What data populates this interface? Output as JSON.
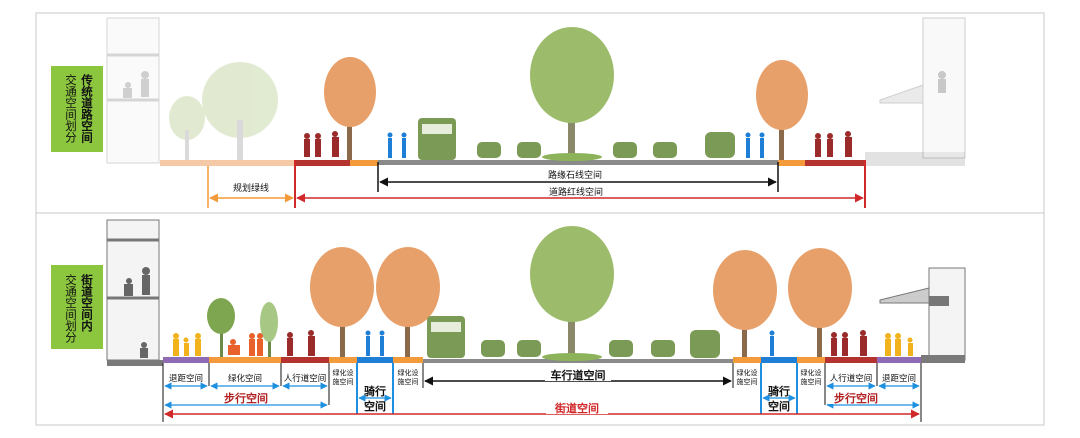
{
  "panels": [
    {
      "title_bold": "传统道路空间",
      "title_sub": "交通空间划分",
      "labels": {
        "green_line": "规划绿线",
        "curb": "路缘石线空间",
        "red_line": "道路红线空间"
      }
    },
    {
      "title_bold": "街道空间内",
      "title_sub": "交通空间划分",
      "labels": {
        "setback": "退距空间",
        "greening": "绿化空间",
        "sidewalk": "人行道空间",
        "facility_a": "绿化设",
        "facility_b": "施空间",
        "roadway": "车行道空间",
        "cycling_a": "骑行",
        "cycling_b": "空间",
        "walking": "步行空间",
        "street": "街道空间"
      }
    }
  ],
  "colors": {
    "label_green": "#8cc63f",
    "tree_orange": "#e8a06a",
    "tree_green": "#9dbc6b",
    "vehicle_green": "#7a9a55",
    "blue": "#1f7fd6",
    "orange": "#f39a3b",
    "red": "#c0282a",
    "purple": "#8e6bb5",
    "dark_red": "#9b2a2a"
  }
}
